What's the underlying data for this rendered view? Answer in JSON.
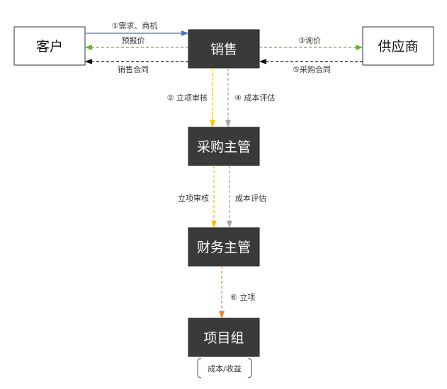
{
  "nodes": {
    "customer": "客户",
    "sales": "销售",
    "supplier": "供应商",
    "purchasing_manager": "采购主管",
    "finance_manager": "财务主管",
    "project_team": "项目组"
  },
  "edges": {
    "demand": "①需求、商机",
    "pre_quote": "预报价",
    "sales_contract": "销售合同",
    "inquiry": "③询价",
    "purchase_contract": "⑤采购合同",
    "approval_1": "② 立项审核",
    "cost_eval_1": "④ 成本评估",
    "approval_2": "立项审核",
    "cost_eval_2": "成本评估",
    "project_setup": "⑥ 立项"
  },
  "note": "成本/收益",
  "colors": {
    "blue": "#4472c4",
    "green": "#5fb435",
    "black": "#111111",
    "yellow": "#ffc000",
    "gray": "#a5a5a5",
    "orange": "#f4801f",
    "dark_box": "#3a3a3a"
  }
}
